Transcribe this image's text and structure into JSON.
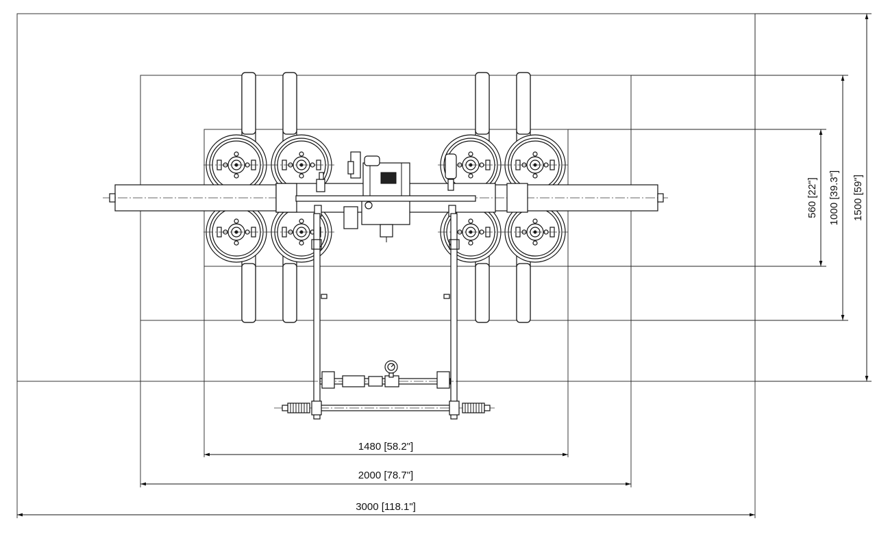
{
  "dimensions": {
    "width_1480": "1480 [58.2\"]",
    "width_2000": "2000 [78.7\"]",
    "width_3000": "3000 [118.1\"]",
    "height_560": "560 [22\"]",
    "height_1000": "1000 [39.3\"]",
    "height_1500": "1500 [59\"]"
  },
  "icons": {
    "suction_pad": "suction-pad-icon",
    "vacuum_pump": "vacuum-pump-icon",
    "pressure_gauge": "pressure-gauge-icon",
    "handle_grip": "handle-grip-icon"
  }
}
